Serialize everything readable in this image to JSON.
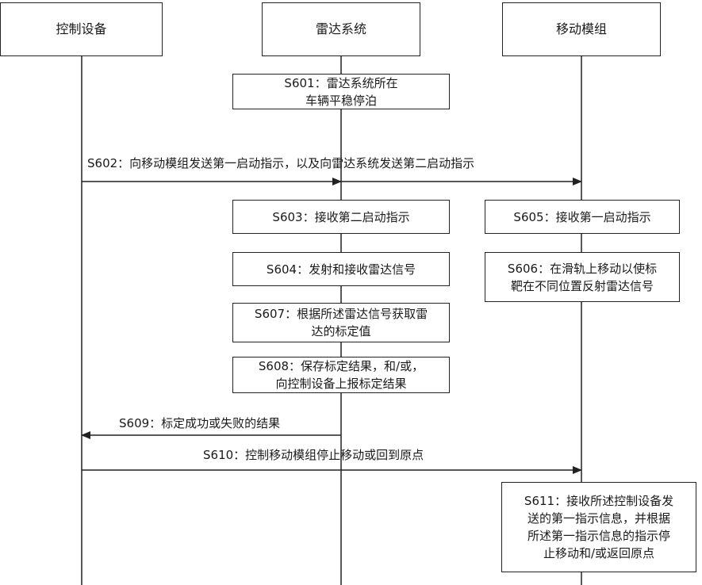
{
  "participants": {
    "control": "控制设备",
    "radar": "雷达系统",
    "module": "移动模组"
  },
  "steps": {
    "s601": [
      "S601：雷达系统所在",
      "车辆平稳停泊"
    ],
    "s602": "S602：向移动模组发送第一启动指示，以及向雷达系统发送第二启动指示",
    "s603": "S603：接收第二启动指示",
    "s604": "S604：发射和接收雷达信号",
    "s605": "S605：接收第一启动指示",
    "s606": [
      "S606：在滑轨上移动以使标",
      "靶在不同位置反射雷达信号"
    ],
    "s607": [
      "S607：根据所述雷达信号获取雷",
      "达的标定值"
    ],
    "s608": [
      "S608：保存标定结果，和/或，",
      "向控制设备上报标定结果"
    ],
    "s609": "S609：标定成功或失败的结果",
    "s610": "S610：控制移动模组停止移动或回到原点",
    "s611": [
      "S611：接收所述控制设备发",
      "送的第一指示信息，并根据",
      "所述第一指示信息的指示停",
      "止移动和/或返回原点"
    ]
  },
  "colors": {
    "line": "#222222",
    "text": "#1a1a1a"
  }
}
